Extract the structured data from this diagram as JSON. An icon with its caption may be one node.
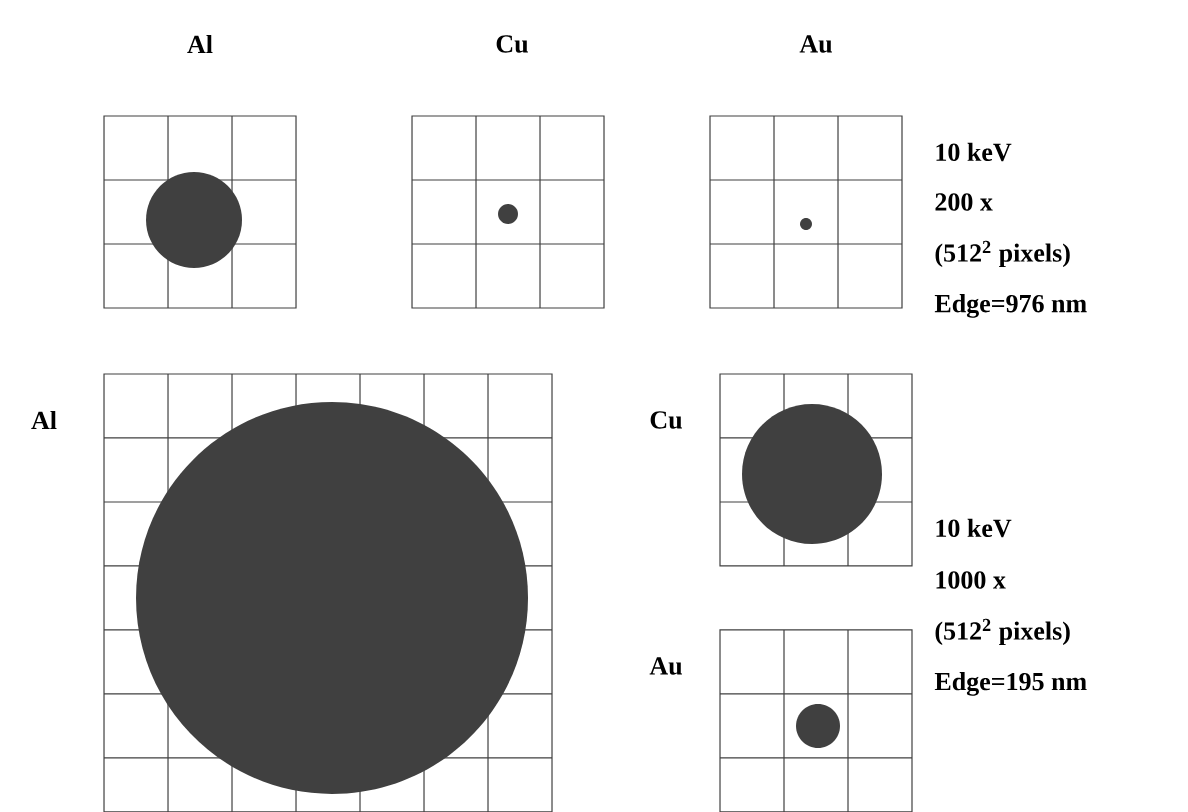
{
  "diagram": {
    "labels": [
      "Al",
      "Cu",
      "Au",
      "10 keV",
      "200 x",
      "(512$^{2}$ pixels)",
      "Edge=976 nm",
      "Al",
      "Cu",
      "Au",
      "10 keV",
      "1000 x",
      "(512$^{2}$ pixels)",
      "Edge=195 nm"
    ]
  }
}
